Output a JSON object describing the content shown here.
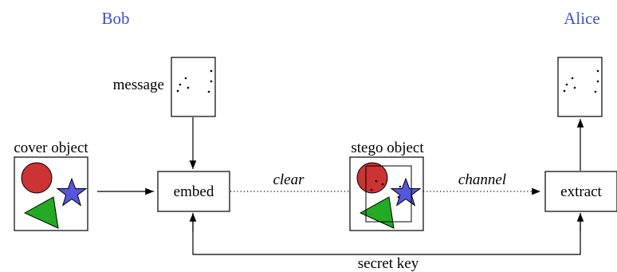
{
  "parties": {
    "sender": "Bob",
    "receiver": "Alice"
  },
  "labels": {
    "message": "message",
    "cover_object": "cover object",
    "stego_object": "stego object",
    "embed": "embed",
    "extract": "extract",
    "clear": "clear",
    "channel": "channel",
    "secret_key": "secret key"
  },
  "colors": {
    "circle": "#cc3333",
    "star": "#5555dd",
    "triangle": "#22aa22",
    "party_text": "#3b4fd6"
  }
}
